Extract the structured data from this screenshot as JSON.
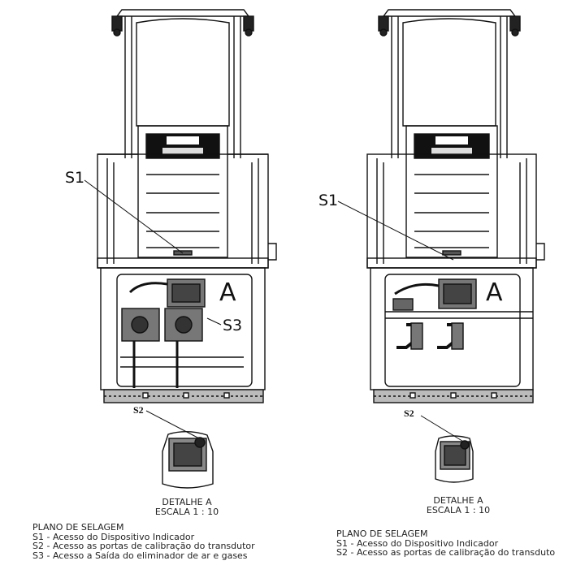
{
  "left": {
    "callouts": {
      "s1": "S1",
      "s3": "S3",
      "a": "A",
      "s2": "S2"
    },
    "detail": {
      "line1": "DETALHE A",
      "line2": "ESCALA 1 : 10"
    },
    "legend": {
      "title": "PLANO DE SELAGEM",
      "items": [
        "S1 - Acesso do Dispositivo Indicador",
        "S2 - Acesso as portas de calibração do transdutor",
        "S3 - Acesso a Saída do eliminador de ar e gases"
      ]
    }
  },
  "right": {
    "callouts": {
      "s1": "S1",
      "a": "A",
      "s2": "S2"
    },
    "detail": {
      "line1": "DETALHE A",
      "line2": "ESCALA 1 : 10"
    },
    "legend": {
      "title": "PLANO DE SELAGEM",
      "items": [
        "S1 - Acesso do Dispositivo Indicador",
        "S2 - Acesso as portas de calibração do transduto"
      ]
    }
  }
}
